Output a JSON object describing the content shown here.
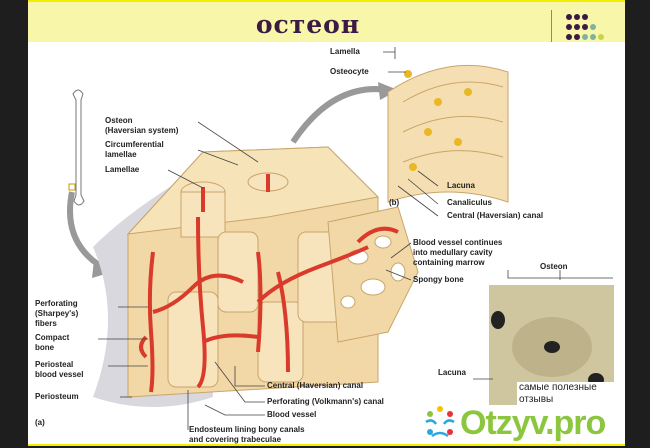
{
  "slide": {
    "title": "остеон",
    "dots_colors": [
      "#3b1a44",
      "#7fb3a0",
      "#c8d44a"
    ]
  },
  "labels": {
    "lamella": "Lamella",
    "osteocyte": "Osteocyte",
    "osteon_haversian": [
      "Osteon",
      "(Haversian system)"
    ],
    "circumferential": [
      "Circumferential",
      "lamellae"
    ],
    "lamellae": "Lamellae",
    "b": "(b)",
    "lacuna_b": "Lacuna",
    "canaliculus": "Canaliculus",
    "central_canal_b": "Central (Haversian) canal",
    "blood_vessel_continues": [
      "Blood vessel continues",
      "into medullary cavity",
      "containing marrow"
    ],
    "spongy_bone": "Spongy bone",
    "osteon_micro": "Osteon",
    "lacuna_micro": "Lacuna",
    "perforating_fibers": [
      "Perforating",
      "(Sharpey's)",
      "fibers"
    ],
    "compact_bone": [
      "Compact",
      "bone"
    ],
    "periosteal_vessel": [
      "Periosteal",
      "blood vessel"
    ],
    "periosteum": "Periosteum",
    "a": "(a)",
    "central_canal_a": "Central (Haversian) canal",
    "volkmann": "Perforating (Volkmann's) canal",
    "blood_vessel": "Blood vessel",
    "endosteum": [
      "Endosteum lining bony canals",
      "and covering trabeculae"
    ]
  },
  "watermark": {
    "tagline": "самые полезные отзывы",
    "logo_main": "Otzyv",
    "logo_suffix": ".pro"
  }
}
